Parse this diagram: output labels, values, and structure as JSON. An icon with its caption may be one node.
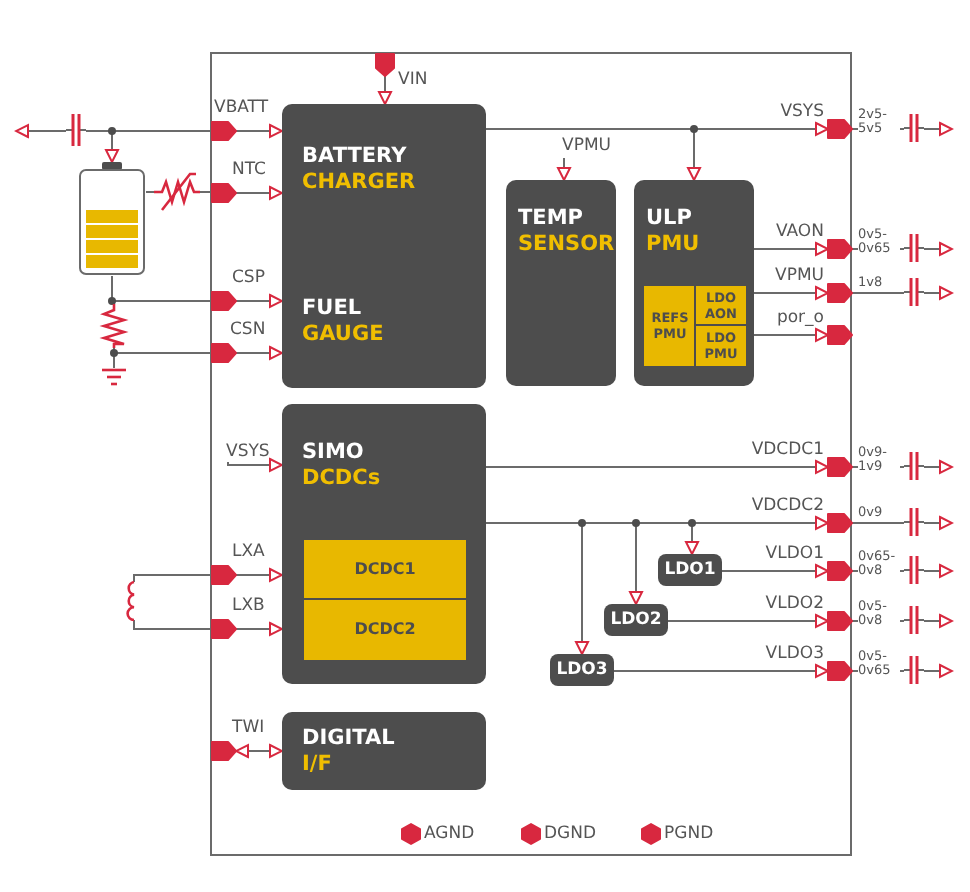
{
  "diagram": {
    "nodes": [
      {
        "text": [],
        "shape": "box"
      },
      {
        "text": [
          "VIN"
        ],
        "in": 0
      },
      {
        "text": [],
        "shape": "capacitor"
      },
      {
        "text": [
          "VBATT"
        ],
        "in": 0
      },
      {
        "text": [],
        "shape": "battery"
      },
      {
        "text": [],
        "shape": "thermistor"
      },
      {
        "text": [
          "NTC"
        ],
        "in": 0
      },
      {
        "text": [
          "BATTERY",
          "CHARGER",
          "FUEL",
          "GAUGE"
        ],
        "in": 0
      },
      {
        "text": [
          "VPMU"
        ],
        "in": 0
      },
      {
        "text": [
          "TEMP",
          "SENSOR"
        ],
        "in": 0
      },
      {
        "text": [
          "ULP",
          "PMU"
        ],
        "in": 0
      },
      {
        "text": [
          "REFS PMU"
        ],
        "in": 10
      },
      {
        "text": [
          "LDO AON"
        ],
        "in": 10
      },
      {
        "text": [
          "LDO PMU"
        ],
        "in": 10
      },
      {
        "text": [
          "VSYS"
        ],
        "in": 0
      },
      {
        "text": [],
        "shape": "capacitor"
      },
      {
        "text": [
          "VAON"
        ],
        "in": 0
      },
      {
        "text": [],
        "shape": "capacitor"
      },
      {
        "text": [
          "VPMU"
        ],
        "in": 0
      },
      {
        "text": [],
        "shape": "capacitor"
      },
      {
        "text": [
          "por_o"
        ],
        "in": 0
      },
      {
        "text": [],
        "shape": "resistor"
      },
      {
        "text": [
          "CSP"
        ],
        "in": 0
      },
      {
        "text": [
          "CSN"
        ],
        "in": 0
      },
      {
        "text": [],
        "shape": "ground"
      },
      {
        "text": [
          "VSYS"
        ],
        "in": 0
      },
      {
        "text": [
          "SIMO",
          "DCDCs"
        ],
        "in": 0
      },
      {
        "text": [
          "DCDC1"
        ],
        "in": 26
      },
      {
        "text": [
          "DCDC2"
        ],
        "in": 26
      },
      {
        "text": [],
        "shape": "inductor"
      },
      {
        "text": [
          "LXA"
        ],
        "in": 0
      },
      {
        "text": [
          "LXB"
        ],
        "in": 0
      },
      {
        "text": [
          "VDCDC1"
        ],
        "in": 0
      },
      {
        "text": [],
        "shape": "capacitor"
      },
      {
        "text": [
          "VDCDC2"
        ],
        "in": 0
      },
      {
        "text": [],
        "shape": "capacitor"
      },
      {
        "text": [
          "LDO1"
        ],
        "in": 0
      },
      {
        "text": [
          "VLDO1"
        ],
        "in": 0
      },
      {
        "text": [],
        "shape": "capacitor"
      },
      {
        "text": [
          "LDO2"
        ],
        "in": 0
      },
      {
        "text": [
          "VLDO2"
        ],
        "in": 0
      },
      {
        "text": [],
        "shape": "capacitor"
      },
      {
        "text": [
          "LDO3"
        ],
        "in": 0
      },
      {
        "text": [
          "VLDO3"
        ],
        "in": 0
      },
      {
        "text": [],
        "shape": "capacitor"
      },
      {
        "text": [
          "TWI"
        ],
        "in": 0
      },
      {
        "text": [
          "DIGITAL",
          "I/F"
        ],
        "in": 0
      },
      {
        "text": [
          "AGND"
        ],
        "in": 0
      },
      {
        "text": [
          "DGND"
        ],
        "in": 0
      },
      {
        "text": [
          "PGND"
        ],
        "in": 0
      }
    ],
    "edges": [
      {
        "from": 1,
        "to": 7,
        "arrow": "to"
      },
      {
        "from": 3,
        "to": 2,
        "arrow": "none"
      },
      {
        "from": 2,
        "to": null,
        "arrow": "to"
      },
      {
        "from": 3,
        "to": 4,
        "arrow": "to"
      },
      {
        "from": 3,
        "to": 7,
        "arrow": "to"
      },
      {
        "from": 4,
        "to": 5,
        "arrow": "none"
      },
      {
        "from": 5,
        "to": 6,
        "arrow": "none"
      },
      {
        "from": 6,
        "to": 7,
        "arrow": "to"
      },
      {
        "from": 7,
        "to": 14,
        "arrow": "to"
      },
      {
        "from": 7,
        "to": 10,
        "arrow": "to"
      },
      {
        "from": 14,
        "to": 15,
        "arrow": "none",
        "label": "2v5- 5v5"
      },
      {
        "from": 15,
        "to": null,
        "arrow": "to"
      },
      {
        "from": 8,
        "to": 9,
        "arrow": "to"
      },
      {
        "from": 10,
        "to": 16,
        "arrow": "to"
      },
      {
        "from": 16,
        "to": 17,
        "arrow": "none",
        "label": "0v5- 0v65"
      },
      {
        "from": 17,
        "to": null,
        "arrow": "to"
      },
      {
        "from": 10,
        "to": 18,
        "arrow": "to"
      },
      {
        "from": 18,
        "to": 19,
        "arrow": "none",
        "label": "1v8"
      },
      {
        "from": 19,
        "to": null,
        "arrow": "to"
      },
      {
        "from": 10,
        "to": 20,
        "arrow": "to"
      },
      {
        "from": 4,
        "to": 22,
        "arrow": "none"
      },
      {
        "from": 4,
        "to": 21,
        "arrow": "none"
      },
      {
        "from": 21,
        "to": 23,
        "arrow": "none"
      },
      {
        "from": 21,
        "to": 24,
        "arrow": "none"
      },
      {
        "from": 22,
        "to": 7,
        "arrow": "to"
      },
      {
        "from": 23,
        "to": 7,
        "arrow": "to"
      },
      {
        "from": 25,
        "to": 26,
        "arrow": "to"
      },
      {
        "from": 30,
        "to": 29,
        "arrow": "none"
      },
      {
        "from": 29,
        "to": 31,
        "arrow": "none"
      },
      {
        "from": 30,
        "to": 26,
        "arrow": "to"
      },
      {
        "from": 31,
        "to": 26,
        "arrow": "to"
      },
      {
        "from": 26,
        "to": 32,
        "arrow": "to"
      },
      {
        "from": 32,
        "to": 33,
        "arrow": "none",
        "label": "0v9- 1v9"
      },
      {
        "from": 33,
        "to": null,
        "arrow": "to"
      },
      {
        "from": 26,
        "to": 34,
        "arrow": "to"
      },
      {
        "from": 34,
        "to": 35,
        "arrow": "none",
        "label": "0v9"
      },
      {
        "from": 35,
        "to": null,
        "arrow": "to"
      },
      {
        "from": 26,
        "to": 36,
        "arrow": "to"
      },
      {
        "from": 26,
        "to": 39,
        "arrow": "to"
      },
      {
        "from": 26,
        "to": 42,
        "arrow": "to"
      },
      {
        "from": 36,
        "to": 37,
        "arrow": "to"
      },
      {
        "from": 37,
        "to": 38,
        "arrow": "none",
        "label": "0v65- 0v8"
      },
      {
        "from": 38,
        "to": null,
        "arrow": "to"
      },
      {
        "from": 39,
        "to": 40,
        "arrow": "to"
      },
      {
        "from": 40,
        "to": 41,
        "arrow": "none",
        "label": "0v5- 0v8"
      },
      {
        "from": 41,
        "to": null,
        "arrow": "to"
      },
      {
        "from": 42,
        "to": 43,
        "arrow": "to"
      },
      {
        "from": 43,
        "to": 44,
        "arrow": "none",
        "label": "0v5- 0v65"
      },
      {
        "from": 44,
        "to": null,
        "arrow": "to"
      },
      {
        "from": 45,
        "to": 46,
        "arrow": "both"
      }
    ]
  }
}
